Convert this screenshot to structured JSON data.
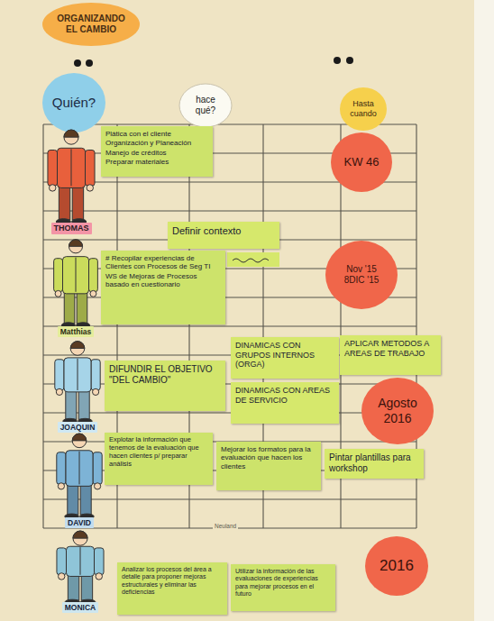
{
  "diagram": {
    "nodes": [
      {
        "text": [
          "ORGANIZANDO EL CAMBIO"
        ]
      },
      {
        "text": [
          "Quién?"
        ]
      },
      {
        "text": [
          "hace qué?"
        ]
      },
      {
        "text": [
          "Hasta cuando"
        ]
      },
      {
        "text": [
          "THOMAS"
        ]
      },
      {
        "text": [
          "Plática con el cliente",
          "Organización y Planeación",
          "Manejo de créditos",
          "Preparar materiales"
        ]
      },
      {
        "text": [
          "KW 46"
        ]
      },
      {
        "text": [
          "Definir contexto"
        ]
      },
      {
        "text": [
          "Matthias"
        ]
      },
      {
        "text": [
          "# Recopilar experiencias de Clientes con Procesos de Seg TI",
          "WS de Mejoras de Procesos basado en cuestionario"
        ]
      },
      {
        "text": [
          "Nov '15",
          "8DIC '15"
        ]
      },
      {
        "text": [
          "JOAQUIN"
        ]
      },
      {
        "text": [
          "DIFUNDIR EL OBJETIVO \"DEL CAMBIO\""
        ]
      },
      {
        "text": [
          "DINAMICAS CON GRUPOS INTERNOS (ORGA)"
        ]
      },
      {
        "text": [
          "APLICAR METODOS A AREAS DE TRABAJO"
        ]
      },
      {
        "text": [
          "DINAMICAS CON AREAS DE SERVICIO"
        ]
      },
      {
        "text": [
          "Agosto 2016"
        ]
      },
      {
        "text": [
          "DAVID"
        ]
      },
      {
        "text": [
          "Explotar la información que tenemos de la evaluación que hacen clientes p/ preparar análisis"
        ]
      },
      {
        "text": [
          "Mejorar los formatos para la evaluación que hacen los clientes"
        ]
      },
      {
        "text": [
          "Pintar plantillas para workshop"
        ]
      },
      {
        "text": [
          "MONICA"
        ]
      },
      {
        "text": [
          "Analizar los procesos del área a detalle para proponer mejoras estructurales y eliminar las deficiencias"
        ]
      },
      {
        "text": [
          "Utilizar la información de las evaluaciones de experiencias para mejorar procesos en el futuro"
        ]
      },
      {
        "text": [
          "2016"
        ]
      }
    ],
    "labels": [
      "Neuland"
    ]
  }
}
